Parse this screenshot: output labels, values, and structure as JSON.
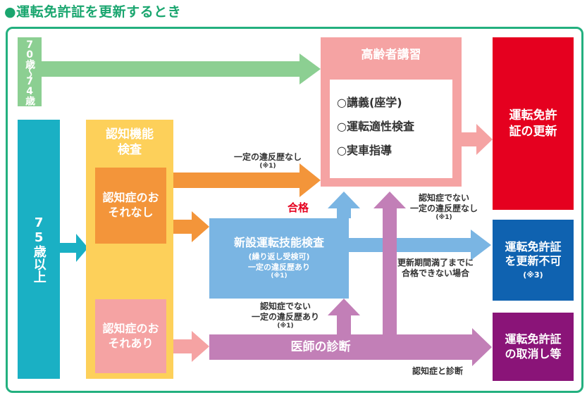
{
  "title": "●運転免許証を更新するとき",
  "age_70_74": "70歳〜74歳",
  "age_75_plus": "75歳以上",
  "cognitive_test": "認知機能検査",
  "no_risk": "認知症のおそれなし",
  "at_risk": "認知症のおそれあり",
  "new_test": {
    "title": "新設運転技能検査",
    "note": "(繰り返し受検可)",
    "cond": "一定の違反歴あり",
    "ref": "(※1)"
  },
  "doctor": "医師の診断",
  "course": {
    "title": "高齢者講習",
    "items": [
      "○講義(座学)",
      "○運転適性検査",
      "○実車指導"
    ]
  },
  "outcome_renew": "運転免許証の更新",
  "outcome_no_renew": {
    "text": "運転免許証を更新不可",
    "ref": "(※3)"
  },
  "outcome_cancel": "運転免許証の取消し等",
  "labels": {
    "no_violation": "一定の違反歴なし",
    "no_violation_ref": "(※1)",
    "pass": "合格",
    "not_dementia_no_violation_1": "認知症でない",
    "not_dementia_no_violation_2": "一定の違反歴なし",
    "not_dementia_no_violation_ref": "(※1)",
    "expire_1": "更新期間満了までに",
    "expire_2": "合格できない場合",
    "not_dementia_violation_1": "認知症でない",
    "not_dementia_violation_2": "一定の違反歴あり",
    "not_dementia_violation_ref": "(※1)",
    "dementia_diagnosis": "認知症と診断"
  },
  "colors": {
    "green": "#23b07f",
    "light_green": "#8ccf92",
    "cyan": "#1ab0c4",
    "yellow": "#fdd05a",
    "orange": "#f3953a",
    "pink": "#f5a3a3",
    "light_blue": "#7ab5e3",
    "purple": "#c27fb7",
    "red": "#e5001f",
    "blue": "#0f62b0",
    "dark_purple": "#8a1478"
  }
}
